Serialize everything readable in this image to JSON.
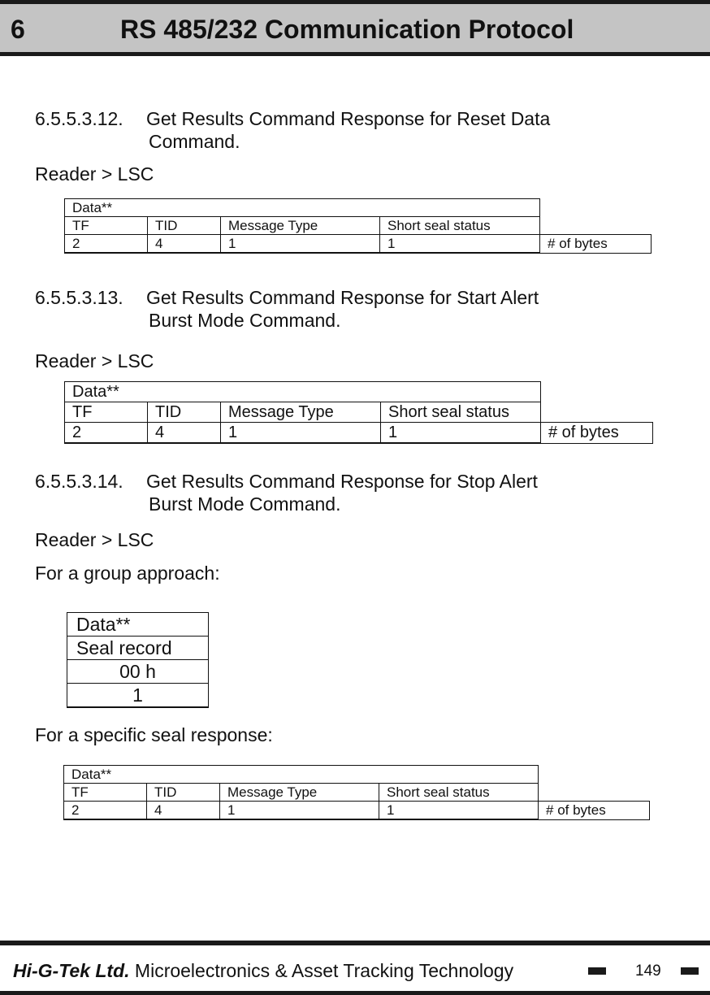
{
  "header": {
    "chapter_number": "6",
    "chapter_title": "RS 485/232 Communication Protocol"
  },
  "sections": [
    {
      "number": "6.5.5.3.12.",
      "title_line1": "Get Results Command Response for Reset Data",
      "title_line2": "Command.",
      "direction": "Reader > LSC",
      "frame": {
        "group_label": "Data**",
        "columns": [
          "TF",
          "TID",
          "Message Type",
          "Short seal status"
        ],
        "bytes": [
          "2",
          "4",
          "1",
          "1"
        ],
        "bytes_label": "# of bytes"
      }
    },
    {
      "number": "6.5.5.3.13.",
      "title_line1": "Get Results Command Response for Start Alert",
      "title_line2": "Burst Mode Command.",
      "direction": "Reader > LSC",
      "frame": {
        "group_label": "Data**",
        "columns": [
          "TF",
          "TID",
          "Message Type",
          "Short seal status"
        ],
        "bytes": [
          "2",
          "4",
          "1",
          "1"
        ],
        "bytes_label": "# of bytes"
      }
    },
    {
      "number": "6.5.5.3.14.",
      "title_line1": "Get Results Command Response for Stop  Alert",
      "title_line2": "Burst Mode Command.",
      "direction": "Reader > LSC",
      "group_intro": "For a group approach:",
      "group_frame": {
        "header": "Data**",
        "field": "Seal record",
        "value": "00 h",
        "bytes": "1"
      },
      "specific_intro": "For a specific seal response:",
      "frame": {
        "group_label": "Data**",
        "columns": [
          "TF",
          "TID",
          "Message Type",
          "Short seal status"
        ],
        "bytes": [
          "2",
          "4",
          "1",
          "1"
        ],
        "bytes_label": "# of bytes"
      }
    }
  ],
  "footer": {
    "company": "Hi-G-Tek Ltd.",
    "tagline": "Microelectronics & Asset Tracking Technology",
    "page_number": "149"
  }
}
